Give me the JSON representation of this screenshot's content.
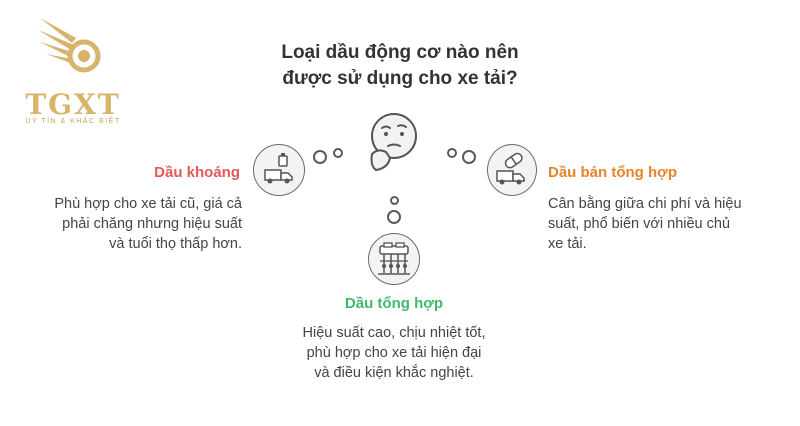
{
  "logo": {
    "text": "TGXT",
    "tagline": "UY TÍN & KHÁC BIỆT"
  },
  "title": {
    "line1": "Loại dầu động cơ nào nên",
    "line2": "được sử dụng cho xe tải?"
  },
  "options": [
    {
      "heading": "Dầu khoáng",
      "color": "#e05a5a",
      "lines": [
        "Phù hợp cho xe tải cũ, giá cả",
        "phải chăng nhưng hiệu suất",
        "và tuổi thọ thấp hơn."
      ]
    },
    {
      "heading": "Dầu tổng hợp",
      "color": "#3fb96b",
      "lines": [
        "Hiệu suất cao, chịu nhiệt tốt,",
        "phù hợp cho xe tải hiện đại",
        "và điều kiện khắc nghiệt."
      ]
    },
    {
      "heading": "Dầu bán tổng hợp",
      "color": "#e8832a",
      "lines": [
        "Cân bằng giữa chi phí và hiệu",
        "suất, phổ biến với nhiều chủ",
        "xe tải."
      ]
    }
  ],
  "icons": {
    "center": "thinking-face-icon",
    "left": "oil-truck-icon",
    "right": "pill-truck-icon",
    "bottom": "oil-refinery-icon"
  },
  "colors": {
    "logo_gold": "#d8b36a"
  }
}
